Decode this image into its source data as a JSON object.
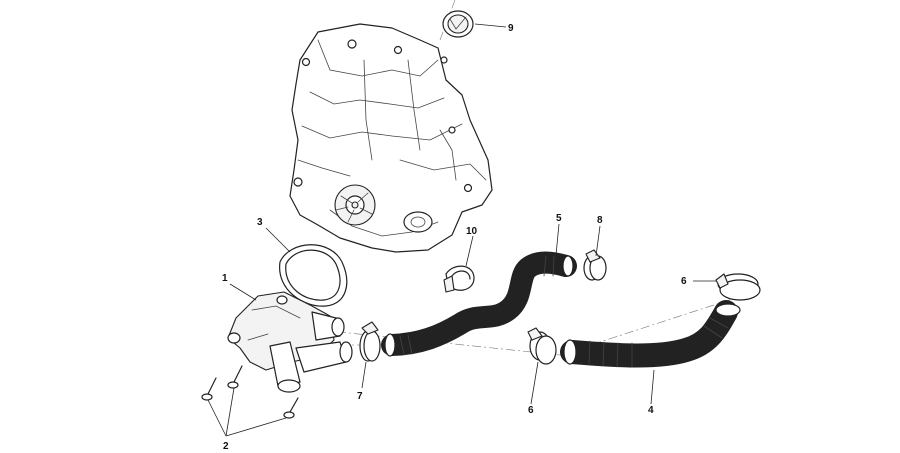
{
  "callouts": {
    "c1": "1",
    "c2": "2",
    "c3": "3",
    "c4": "4",
    "c5": "5",
    "c6a": "6",
    "c6b": "6",
    "c7": "7",
    "c8": "8",
    "c9": "9",
    "c10": "10"
  },
  "colors": {
    "line": "#222222",
    "background": "#ffffff",
    "shade": "#f3f3f3"
  }
}
